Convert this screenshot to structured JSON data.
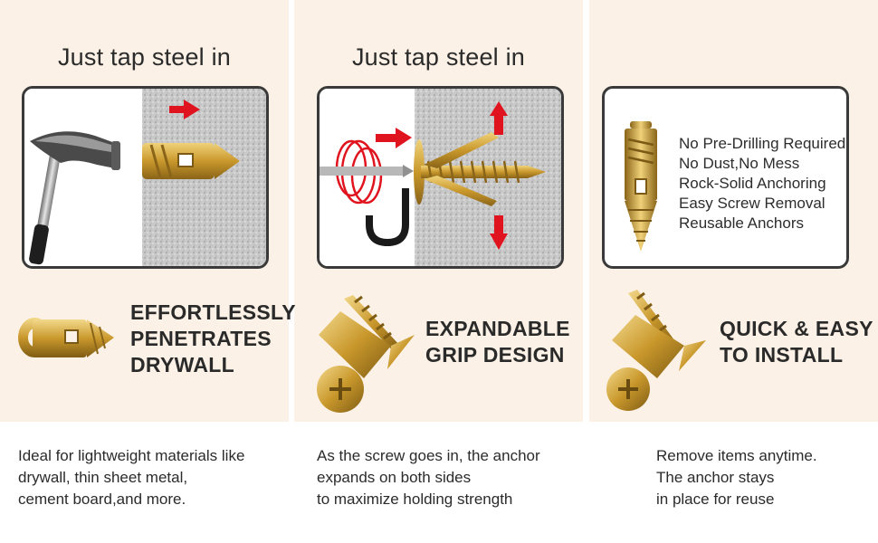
{
  "panels": [
    {
      "title": "Just tap steel in",
      "feature": [
        "EFFORTLESSLY",
        "PENETRATES",
        "DRYWALL"
      ],
      "caption": [
        "Ideal for lightweight materials like",
        "drywall, thin sheet metal,",
        "cement board,and more."
      ]
    },
    {
      "title": "Just tap steel in",
      "feature": [
        "EXPANDABLE",
        "GRIP DESIGN"
      ],
      "caption": [
        "As the screw goes in, the anchor",
        "expands on both sides",
        "to maximize holding strength"
      ]
    },
    {
      "title": "",
      "benefits": [
        "No Pre-Drilling Required",
        "No Dust,No Mess",
        "Rock-Solid Anchoring",
        "Easy Screw Removal",
        "Reusable Anchors"
      ],
      "feature": [
        "QUICK & EASY",
        "TO INSTALL"
      ],
      "caption": [
        "Remove items anytime.",
        "The anchor stays",
        "in place for reuse"
      ]
    }
  ],
  "colors": {
    "panel_bg": "#fcf1e6",
    "arrow": "#e0141e",
    "gold": "#c9a032",
    "text": "#2a2a2a"
  }
}
